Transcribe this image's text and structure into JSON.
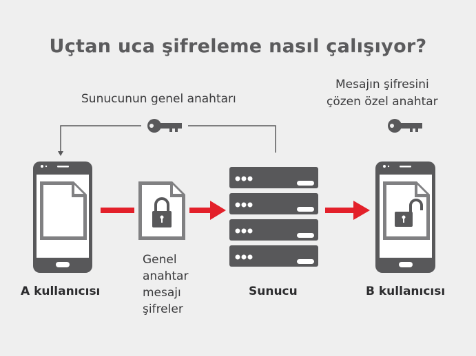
{
  "title": "Uçtan uca şifreleme nasıl çalışıyor?",
  "labels": {
    "public_key": "Sunucunun genel anahtarı",
    "private_key_line1": "Mesajın şifresini",
    "private_key_line2": "çözen özel anahtar",
    "encrypt_line1": "Genel",
    "encrypt_line2": "anahtar",
    "encrypt_line3": "mesajı",
    "encrypt_line4": "şifreler",
    "user_a": "A kullanıcısı",
    "server": "Sunucu",
    "user_b": "B kullanıcısı"
  },
  "colors": {
    "background": "#efefef",
    "dark": "#58585a",
    "file": "#808082",
    "arrow": "#e3202a"
  }
}
